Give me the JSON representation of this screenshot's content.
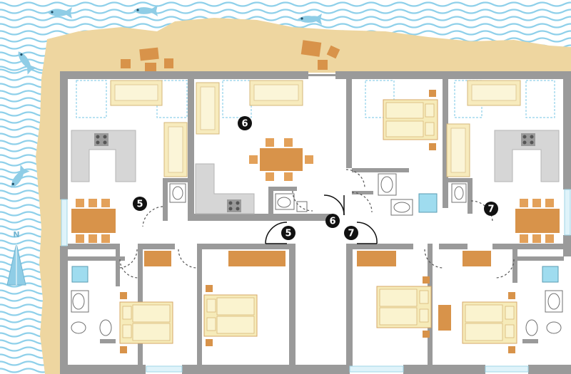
{
  "colors": {
    "sea": "#ffffff",
    "wave": "#8fd0ea",
    "sand": "#eed6a0",
    "wall": "#9a9a9a",
    "wood": "#d8934a",
    "bed": "#f6ebb9",
    "fish": "#8fcde6",
    "water": "#9fdcef"
  },
  "compass": {
    "letter": "N"
  },
  "apartments": [
    {
      "number": "5",
      "badge": "number-five"
    },
    {
      "number": "6",
      "badge": "number-six"
    },
    {
      "number": "7",
      "badge": "number-seven"
    }
  ],
  "labels": {
    "left_living": "5",
    "left_entry": "5",
    "center_living": "6",
    "center_entry": "6",
    "right_entry": "7",
    "right_living": "7"
  }
}
